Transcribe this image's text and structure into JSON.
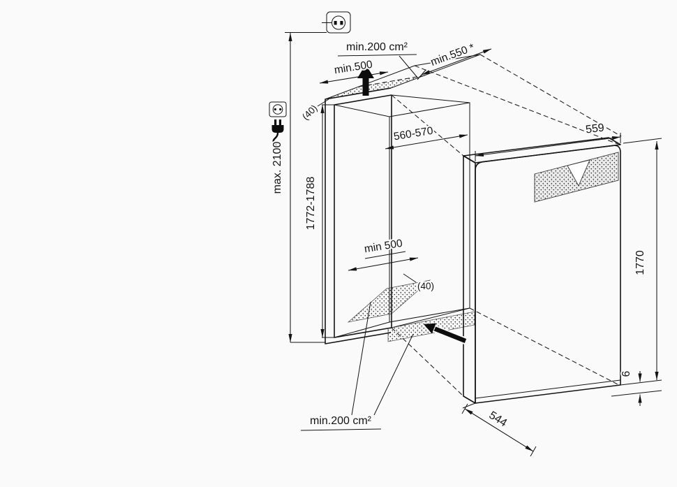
{
  "diagram": {
    "background": "#fafafa",
    "ink": "#141414",
    "panel_gray": "#e7e7e7",
    "icons": [
      "socket-symbol",
      "power-plug",
      "airflow-arrow-up",
      "airflow-arrow-in"
    ],
    "labels": {
      "socket_max_height": "max. 2100",
      "niche_height": "1772-1788",
      "niche_width": "560-570",
      "niche_depth": "min.550 *",
      "top_vent_area": "min.200 cm²",
      "top_vent_width": "min.500",
      "top_side_clearance": "(40)",
      "base_vent_width": "min 500",
      "base_side_clearance": "(40)",
      "bottom_vent_area": "min.200 cm²",
      "appliance_width": "559",
      "appliance_height": "1770",
      "appliance_depth": "544",
      "base_gap": "6"
    }
  }
}
